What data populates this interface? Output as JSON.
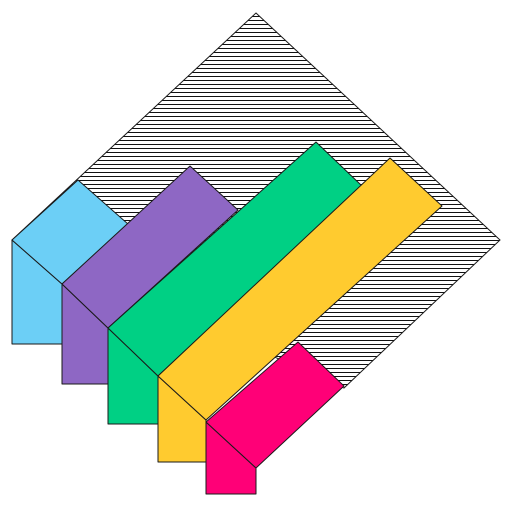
{
  "scene": {
    "background": "#ffffff",
    "outline_color": "#1a1a1a",
    "hatch_fill": "#ffffff",
    "stripes": [
      {
        "id": "blue",
        "color": "#6ccff6"
      },
      {
        "id": "purple",
        "color": "#8e67c4"
      },
      {
        "id": "green",
        "color": "#00d084"
      },
      {
        "id": "yellow",
        "color": "#ffcb2f"
      },
      {
        "id": "magenta",
        "color": "#ff0077"
      }
    ]
  }
}
